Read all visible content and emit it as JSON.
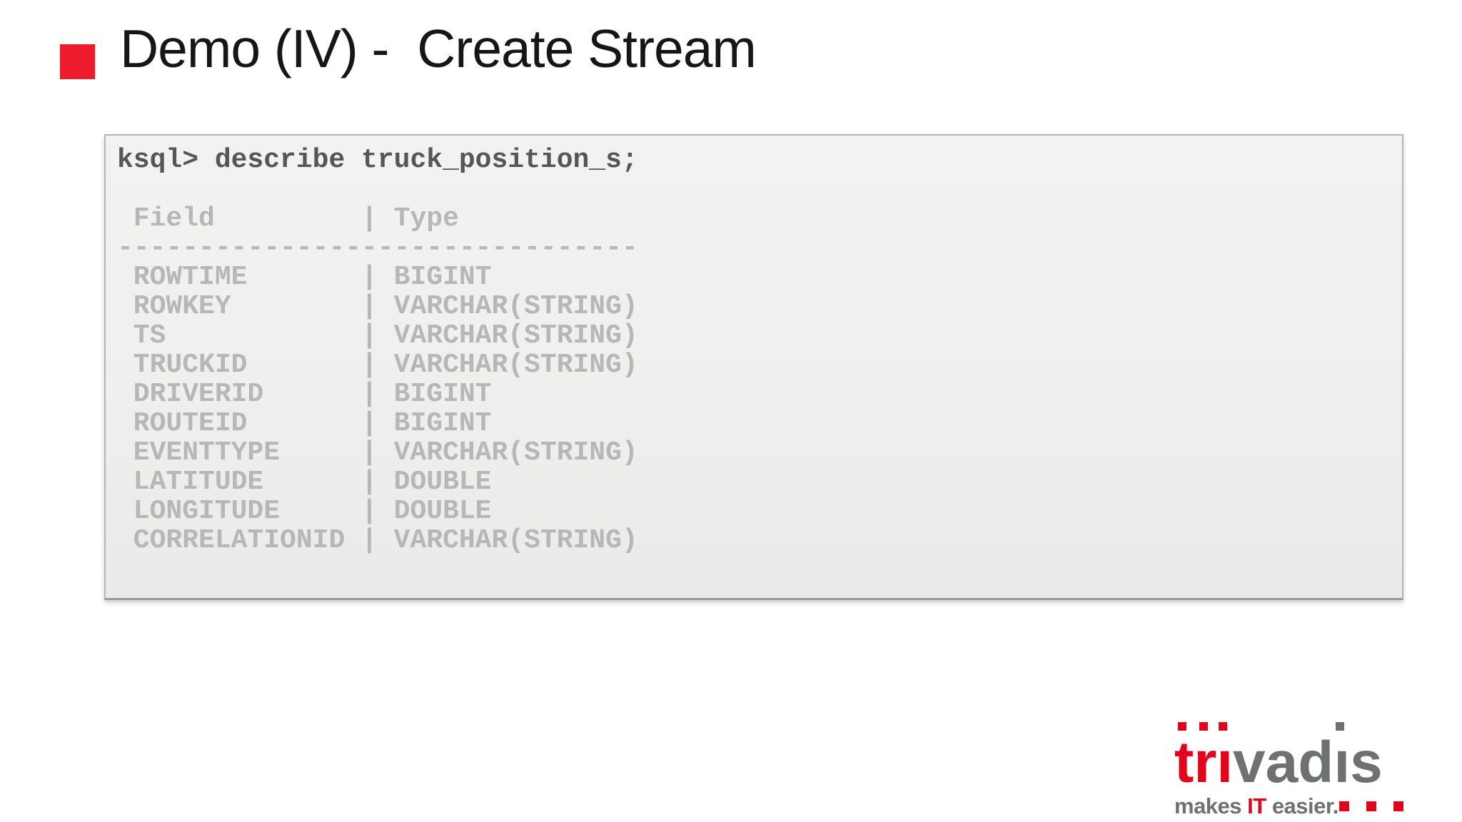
{
  "slide": {
    "title": "Demo (IV) -  Create Stream",
    "accent_color": "#ec1c2d"
  },
  "terminal": {
    "command": "ksql> describe truck_position_s;",
    "columns": [
      "Field",
      "Type"
    ],
    "separator": "--------------------------------",
    "rows": [
      {
        "field": "ROWTIME",
        "type": "BIGINT"
      },
      {
        "field": "ROWKEY",
        "type": "VARCHAR(STRING)"
      },
      {
        "field": "TS",
        "type": "VARCHAR(STRING)"
      },
      {
        "field": "TRUCKID",
        "type": "VARCHAR(STRING)"
      },
      {
        "field": "DRIVERID",
        "type": "BIGINT"
      },
      {
        "field": "ROUTEID",
        "type": "BIGINT"
      },
      {
        "field": "EVENTTYPE",
        "type": "VARCHAR(STRING)"
      },
      {
        "field": "LATITUDE",
        "type": "DOUBLE"
      },
      {
        "field": "LONGITUDE",
        "type": "DOUBLE"
      },
      {
        "field": "CORRELATIONID",
        "type": "VARCHAR(STRING)"
      }
    ]
  },
  "logo": {
    "brand_red_letters": "tri",
    "brand_gray_letters": "vadis",
    "tagline_prefix": "makes ",
    "tagline_highlight": "IT",
    "tagline_suffix": " easier.",
    "red": "#e2051b",
    "gray": "#6f7072"
  }
}
